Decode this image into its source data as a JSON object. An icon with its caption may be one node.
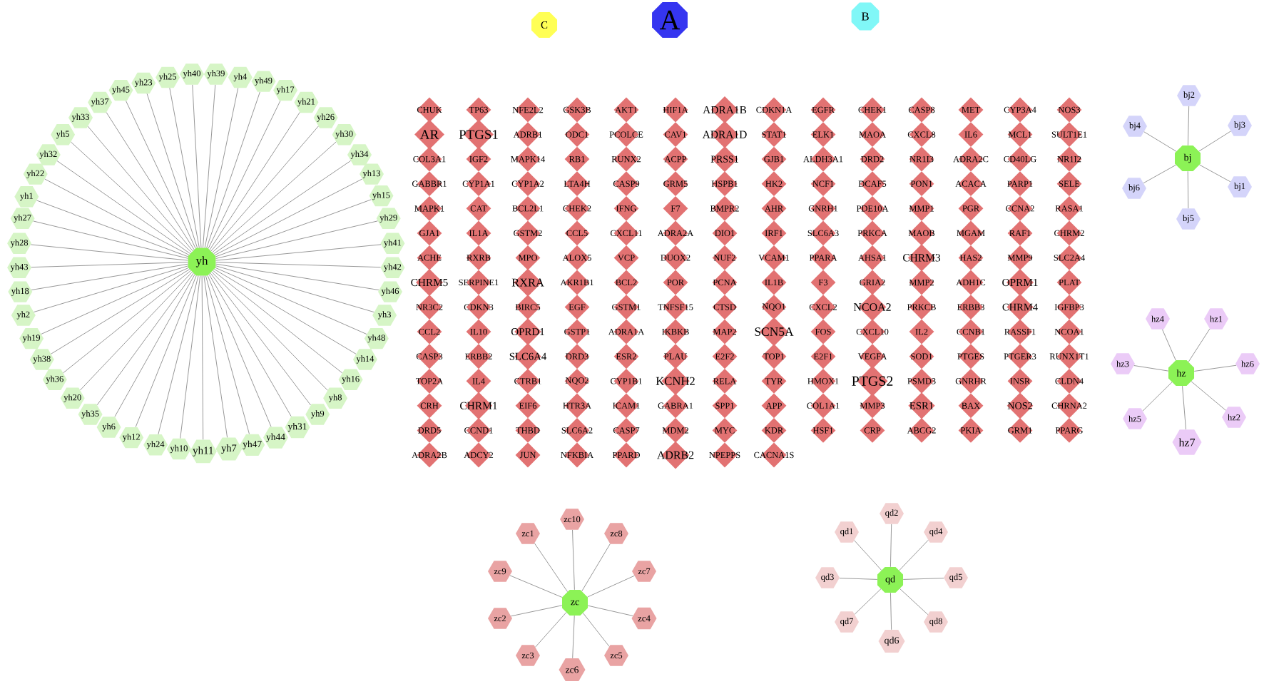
{
  "diagram": {
    "nodes": [
      {
        "text": [
          "C"
        ]
      },
      {
        "text": [
          "A"
        ]
      },
      {
        "text": [
          "B"
        ]
      },
      {
        "text": [
          "yh"
        ]
      },
      {
        "text": [
          "yh23"
        ]
      },
      {
        "text": [
          "yh25"
        ]
      },
      {
        "text": [
          "yh40"
        ]
      },
      {
        "text": [
          "yh39"
        ]
      },
      {
        "text": [
          "yh4"
        ]
      },
      {
        "text": [
          "yh49"
        ]
      },
      {
        "text": [
          "yh17"
        ]
      },
      {
        "text": [
          "yh21"
        ]
      },
      {
        "text": [
          "yh26"
        ]
      },
      {
        "text": [
          "yh30"
        ]
      },
      {
        "text": [
          "yh34"
        ]
      },
      {
        "text": [
          "yh13"
        ]
      },
      {
        "text": [
          "yh15"
        ]
      },
      {
        "text": [
          "yh29"
        ]
      },
      {
        "text": [
          "yh41"
        ]
      },
      {
        "text": [
          "yh42"
        ]
      },
      {
        "text": [
          "yh46"
        ]
      },
      {
        "text": [
          "yh3"
        ]
      },
      {
        "text": [
          "yh48"
        ]
      },
      {
        "text": [
          "yh14"
        ]
      },
      {
        "text": [
          "yh16"
        ]
      },
      {
        "text": [
          "yh8"
        ]
      },
      {
        "text": [
          "yh9"
        ]
      },
      {
        "text": [
          "yh31"
        ]
      },
      {
        "text": [
          "yh44"
        ]
      },
      {
        "text": [
          "yh47"
        ]
      },
      {
        "text": [
          "yh7"
        ]
      },
      {
        "text": [
          "yh11"
        ]
      },
      {
        "text": [
          "yh10"
        ]
      },
      {
        "text": [
          "yh24"
        ]
      },
      {
        "text": [
          "yh12"
        ]
      },
      {
        "text": [
          "yh6"
        ]
      },
      {
        "text": [
          "yh35"
        ]
      },
      {
        "text": [
          "yh20"
        ]
      },
      {
        "text": [
          "yh36"
        ]
      },
      {
        "text": [
          "yh38"
        ]
      },
      {
        "text": [
          "yh19"
        ]
      },
      {
        "text": [
          "yh2"
        ]
      },
      {
        "text": [
          "yh18"
        ]
      },
      {
        "text": [
          "yh43"
        ]
      },
      {
        "text": [
          "yh28"
        ]
      },
      {
        "text": [
          "yh27"
        ]
      },
      {
        "text": [
          "yh1"
        ]
      },
      {
        "text": [
          "yh22"
        ]
      },
      {
        "text": [
          "yh32"
        ]
      },
      {
        "text": [
          "yh5"
        ]
      },
      {
        "text": [
          "yh33"
        ]
      },
      {
        "text": [
          "yh37"
        ]
      },
      {
        "text": [
          "yh45"
        ]
      },
      {
        "text": [
          "CHUK"
        ]
      },
      {
        "text": [
          "TP63"
        ]
      },
      {
        "text": [
          "NFE2L2"
        ]
      },
      {
        "text": [
          "GSK3B"
        ]
      },
      {
        "text": [
          "AKT1"
        ]
      },
      {
        "text": [
          "HIF1A"
        ]
      },
      {
        "text": [
          "ADRA1B"
        ]
      },
      {
        "text": [
          "CDKN1A"
        ]
      },
      {
        "text": [
          "EGFR"
        ]
      },
      {
        "text": [
          "CHEK1"
        ]
      },
      {
        "text": [
          "CASP8"
        ]
      },
      {
        "text": [
          "MET"
        ]
      },
      {
        "text": [
          "CYP3A4"
        ]
      },
      {
        "text": [
          "NOS3"
        ]
      },
      {
        "text": [
          "AR"
        ]
      },
      {
        "text": [
          "PTGS1"
        ]
      },
      {
        "text": [
          "ADRB1"
        ]
      },
      {
        "text": [
          "ODC1"
        ]
      },
      {
        "text": [
          "PCOLCE"
        ]
      },
      {
        "text": [
          "CAV1"
        ]
      },
      {
        "text": [
          "ADRA1D"
        ]
      },
      {
        "text": [
          "STAT1"
        ]
      },
      {
        "text": [
          "ELK1"
        ]
      },
      {
        "text": [
          "MAOA"
        ]
      },
      {
        "text": [
          "CXCL8"
        ]
      },
      {
        "text": [
          "IL6"
        ]
      },
      {
        "text": [
          "MCL1"
        ]
      },
      {
        "text": [
          "SULT1E1"
        ]
      },
      {
        "text": [
          "COL3A1"
        ]
      },
      {
        "text": [
          "IGF2"
        ]
      },
      {
        "text": [
          "MAPK14"
        ]
      },
      {
        "text": [
          "RB1"
        ]
      },
      {
        "text": [
          "RUNX2"
        ]
      },
      {
        "text": [
          "ACPP"
        ]
      },
      {
        "text": [
          "PRSS1"
        ]
      },
      {
        "text": [
          "GJB1"
        ]
      },
      {
        "text": [
          "ALDH3A1"
        ]
      },
      {
        "text": [
          "DRD2"
        ]
      },
      {
        "text": [
          "NR1I3"
        ]
      },
      {
        "text": [
          "ADRA2C"
        ]
      },
      {
        "text": [
          "CD40LG"
        ]
      },
      {
        "text": [
          "NR1I2"
        ]
      },
      {
        "text": [
          "GABBR1"
        ]
      },
      {
        "text": [
          "CYP1A1"
        ]
      },
      {
        "text": [
          "CYP1A2"
        ]
      },
      {
        "text": [
          "LTA4H"
        ]
      },
      {
        "text": [
          "CASP9"
        ]
      },
      {
        "text": [
          "GRM5"
        ]
      },
      {
        "text": [
          "HSPB1"
        ]
      },
      {
        "text": [
          "HK2"
        ]
      },
      {
        "text": [
          "NCF1"
        ]
      },
      {
        "text": [
          "DCAF5"
        ]
      },
      {
        "text": [
          "PON1"
        ]
      },
      {
        "text": [
          "ACACA"
        ]
      },
      {
        "text": [
          "PARP1"
        ]
      },
      {
        "text": [
          "SELE"
        ]
      },
      {
        "text": [
          "MAPK1"
        ]
      },
      {
        "text": [
          "CAT"
        ]
      },
      {
        "text": [
          "BCL2L1"
        ]
      },
      {
        "text": [
          "CHEK2"
        ]
      },
      {
        "text": [
          "IFNG"
        ]
      },
      {
        "text": [
          "F7"
        ]
      },
      {
        "text": [
          "BMPR2"
        ]
      },
      {
        "text": [
          "AHR"
        ]
      },
      {
        "text": [
          "GNRH1"
        ]
      },
      {
        "text": [
          "PDE10A"
        ]
      },
      {
        "text": [
          "MMP1"
        ]
      },
      {
        "text": [
          "PGR"
        ]
      },
      {
        "text": [
          "CCNA2"
        ]
      },
      {
        "text": [
          "RASA1"
        ]
      },
      {
        "text": [
          "GJA1"
        ]
      },
      {
        "text": [
          "IL1A"
        ]
      },
      {
        "text": [
          "GSTM2"
        ]
      },
      {
        "text": [
          "CCL5"
        ]
      },
      {
        "text": [
          "CXCL11"
        ]
      },
      {
        "text": [
          "ADRA2A"
        ]
      },
      {
        "text": [
          "DIO1"
        ]
      },
      {
        "text": [
          "IRF1"
        ]
      },
      {
        "text": [
          "SLC6A3"
        ]
      },
      {
        "text": [
          "PRKCA"
        ]
      },
      {
        "text": [
          "MAOB"
        ]
      },
      {
        "text": [
          "MGAM"
        ]
      },
      {
        "text": [
          "RAF1"
        ]
      },
      {
        "text": [
          "CHRM2"
        ]
      },
      {
        "text": [
          "ACHE"
        ]
      },
      {
        "text": [
          "RXRB"
        ]
      },
      {
        "text": [
          "MPO"
        ]
      },
      {
        "text": [
          "ALOX5"
        ]
      },
      {
        "text": [
          "VCP"
        ]
      },
      {
        "text": [
          "DUOX2"
        ]
      },
      {
        "text": [
          "NUF2"
        ]
      },
      {
        "text": [
          "VCAM1"
        ]
      },
      {
        "text": [
          "PPARA"
        ]
      },
      {
        "text": [
          "AHSA1"
        ]
      },
      {
        "text": [
          "CHRM3"
        ]
      },
      {
        "text": [
          "HAS2"
        ]
      },
      {
        "text": [
          "MMP9"
        ]
      },
      {
        "text": [
          "SLC2A4"
        ]
      },
      {
        "text": [
          "CHRM5"
        ]
      },
      {
        "text": [
          "SERPINE1"
        ]
      },
      {
        "text": [
          "RXRA"
        ]
      },
      {
        "text": [
          "AKR1B1"
        ]
      },
      {
        "text": [
          "BCL2"
        ]
      },
      {
        "text": [
          "POR"
        ]
      },
      {
        "text": [
          "PCNA"
        ]
      },
      {
        "text": [
          "IL1B"
        ]
      },
      {
        "text": [
          "F3"
        ]
      },
      {
        "text": [
          "GRIA2"
        ]
      },
      {
        "text": [
          "MMP2"
        ]
      },
      {
        "text": [
          "ADH1C"
        ]
      },
      {
        "text": [
          "OPRM1"
        ]
      },
      {
        "text": [
          "PLAT"
        ]
      },
      {
        "text": [
          "NR3C2"
        ]
      },
      {
        "text": [
          "CDKN3"
        ]
      },
      {
        "text": [
          "BIRC5"
        ]
      },
      {
        "text": [
          "EGF"
        ]
      },
      {
        "text": [
          "GSTM1"
        ]
      },
      {
        "text": [
          "TNFSF15"
        ]
      },
      {
        "text": [
          "CTSD"
        ]
      },
      {
        "text": [
          "NQO1"
        ]
      },
      {
        "text": [
          "CXCL2"
        ]
      },
      {
        "text": [
          "NCOA2"
        ]
      },
      {
        "text": [
          "PRKCB"
        ]
      },
      {
        "text": [
          "ERBB3"
        ]
      },
      {
        "text": [
          "CHRM4"
        ]
      },
      {
        "text": [
          "IGFBP3"
        ]
      },
      {
        "text": [
          "CCL2"
        ]
      },
      {
        "text": [
          "IL10"
        ]
      },
      {
        "text": [
          "OPRD1"
        ]
      },
      {
        "text": [
          "GSTP1"
        ]
      },
      {
        "text": [
          "ADRA1A"
        ]
      },
      {
        "text": [
          "IKBKB"
        ]
      },
      {
        "text": [
          "MAP2"
        ]
      },
      {
        "text": [
          "SCN5A"
        ]
      },
      {
        "text": [
          "FOS"
        ]
      },
      {
        "text": [
          "CXCL10"
        ]
      },
      {
        "text": [
          "IL2"
        ]
      },
      {
        "text": [
          "CCNB1"
        ]
      },
      {
        "text": [
          "RASSF1"
        ]
      },
      {
        "text": [
          "NCOA1"
        ]
      },
      {
        "text": [
          "CASP3"
        ]
      },
      {
        "text": [
          "ERBB2"
        ]
      },
      {
        "text": [
          "SLC6A4"
        ]
      },
      {
        "text": [
          "DRD3"
        ]
      },
      {
        "text": [
          "ESR2"
        ]
      },
      {
        "text": [
          "PLAU"
        ]
      },
      {
        "text": [
          "E2F2"
        ]
      },
      {
        "text": [
          "TOP1"
        ]
      },
      {
        "text": [
          "E2F1"
        ]
      },
      {
        "text": [
          "VEGFA"
        ]
      },
      {
        "text": [
          "SOD1"
        ]
      },
      {
        "text": [
          "PTGES"
        ]
      },
      {
        "text": [
          "PTGER3"
        ]
      },
      {
        "text": [
          "RUNX1T1"
        ]
      },
      {
        "text": [
          "TOP2A"
        ]
      },
      {
        "text": [
          "IL4"
        ]
      },
      {
        "text": [
          "CTRB1"
        ]
      },
      {
        "text": [
          "NQO2"
        ]
      },
      {
        "text": [
          "CYP1B1"
        ]
      },
      {
        "text": [
          "KCNH2"
        ]
      },
      {
        "text": [
          "RELA"
        ]
      },
      {
        "text": [
          "TYR"
        ]
      },
      {
        "text": [
          "HMOX1"
        ]
      },
      {
        "text": [
          "PTGS2"
        ]
      },
      {
        "text": [
          "PSMD3"
        ]
      },
      {
        "text": [
          "GNRHR"
        ]
      },
      {
        "text": [
          "INSR"
        ]
      },
      {
        "text": [
          "CLDN4"
        ]
      },
      {
        "text": [
          "CRH"
        ]
      },
      {
        "text": [
          "CHRM1"
        ]
      },
      {
        "text": [
          "EIF6"
        ]
      },
      {
        "text": [
          "HTR3A"
        ]
      },
      {
        "text": [
          "ICAM1"
        ]
      },
      {
        "text": [
          "GABRA1"
        ]
      },
      {
        "text": [
          "SPP1"
        ]
      },
      {
        "text": [
          "APP"
        ]
      },
      {
        "text": [
          "COL1A1"
        ]
      },
      {
        "text": [
          "MMP3"
        ]
      },
      {
        "text": [
          "ESR1"
        ]
      },
      {
        "text": [
          "BAX"
        ]
      },
      {
        "text": [
          "NOS2"
        ]
      },
      {
        "text": [
          "CHRNA2"
        ]
      },
      {
        "text": [
          "DRD5"
        ]
      },
      {
        "text": [
          "CCND1"
        ]
      },
      {
        "text": [
          "THBD"
        ]
      },
      {
        "text": [
          "SLC6A2"
        ]
      },
      {
        "text": [
          "CASP7"
        ]
      },
      {
        "text": [
          "MDM2"
        ]
      },
      {
        "text": [
          "MYC"
        ]
      },
      {
        "text": [
          "KDR"
        ]
      },
      {
        "text": [
          "HSF1"
        ]
      },
      {
        "text": [
          "CRP"
        ]
      },
      {
        "text": [
          "ABCG2"
        ]
      },
      {
        "text": [
          "PKIA"
        ]
      },
      {
        "text": [
          "GRM1"
        ]
      },
      {
        "text": [
          "PPARG"
        ]
      },
      {
        "text": [
          "ADRA2B"
        ]
      },
      {
        "text": [
          "ADCY2"
        ]
      },
      {
        "text": [
          "JUN"
        ]
      },
      {
        "text": [
          "NFKBIA"
        ]
      },
      {
        "text": [
          "PPARD"
        ]
      },
      {
        "text": [
          "ADRB2"
        ]
      },
      {
        "text": [
          "NPEPPS"
        ]
      },
      {
        "text": [
          "CACNA1S"
        ]
      },
      {
        "text": [
          "bj2"
        ]
      },
      {
        "text": [
          "bj4"
        ]
      },
      {
        "text": [
          "bj3"
        ]
      },
      {
        "text": [
          "bj"
        ]
      },
      {
        "text": [
          "bj6"
        ]
      },
      {
        "text": [
          "bj1"
        ]
      },
      {
        "text": [
          "bj5"
        ]
      },
      {
        "text": [
          "hz4"
        ]
      },
      {
        "text": [
          "hz1"
        ]
      },
      {
        "text": [
          "hz3"
        ]
      },
      {
        "text": [
          "hz"
        ]
      },
      {
        "text": [
          "hz6"
        ]
      },
      {
        "text": [
          "hz5"
        ]
      },
      {
        "text": [
          "hz2"
        ]
      },
      {
        "text": [
          "hz7"
        ]
      },
      {
        "text": [
          "zc10"
        ]
      },
      {
        "text": [
          "zc1"
        ]
      },
      {
        "text": [
          "zc8"
        ]
      },
      {
        "text": [
          "zc9"
        ]
      },
      {
        "text": [
          "zc7"
        ]
      },
      {
        "text": [
          "zc"
        ]
      },
      {
        "text": [
          "zc2"
        ]
      },
      {
        "text": [
          "zc4"
        ]
      },
      {
        "text": [
          "zc3"
        ]
      },
      {
        "text": [
          "zc5"
        ]
      },
      {
        "text": [
          "zc6"
        ]
      },
      {
        "text": [
          "qd2"
        ]
      },
      {
        "text": [
          "qd1"
        ]
      },
      {
        "text": [
          "qd4"
        ]
      },
      {
        "text": [
          "qd3"
        ]
      },
      {
        "text": [
          "qd"
        ]
      },
      {
        "text": [
          "qd5"
        ]
      },
      {
        "text": [
          "qd7"
        ]
      },
      {
        "text": [
          "qd8"
        ]
      },
      {
        "text": [
          "qd6"
        ]
      }
    ],
    "edges": [
      {
        "from": 3,
        "to": 4,
        "arrow": "none"
      },
      {
        "from": 3,
        "to": 5,
        "arrow": "none"
      },
      {
        "from": 3,
        "to": 6,
        "arrow": "none"
      },
      {
        "from": 3,
        "to": 7,
        "arrow": "none"
      },
      {
        "from": 3,
        "to": 8,
        "arrow": "none"
      },
      {
        "from": 3,
        "to": 9,
        "arrow": "none"
      },
      {
        "from": 3,
        "to": 10,
        "arrow": "none"
      },
      {
        "from": 3,
        "to": 11,
        "arrow": "none"
      },
      {
        "from": 3,
        "to": 12,
        "arrow": "none"
      },
      {
        "from": 3,
        "to": 13,
        "arrow": "none"
      },
      {
        "from": 3,
        "to": 14,
        "arrow": "none"
      },
      {
        "from": 3,
        "to": 15,
        "arrow": "none"
      },
      {
        "from": 3,
        "to": 16,
        "arrow": "none"
      },
      {
        "from": 3,
        "to": 17,
        "arrow": "none"
      },
      {
        "from": 3,
        "to": 18,
        "arrow": "none"
      },
      {
        "from": 3,
        "to": 19,
        "arrow": "none"
      },
      {
        "from": 3,
        "to": 20,
        "arrow": "none"
      },
      {
        "from": 3,
        "to": 21,
        "arrow": "none"
      },
      {
        "from": 3,
        "to": 22,
        "arrow": "none"
      },
      {
        "from": 3,
        "to": 23,
        "arrow": "none"
      },
      {
        "from": 3,
        "to": 24,
        "arrow": "none"
      },
      {
        "from": 3,
        "to": 25,
        "arrow": "none"
      },
      {
        "from": 3,
        "to": 26,
        "arrow": "none"
      },
      {
        "from": 3,
        "to": 27,
        "arrow": "none"
      },
      {
        "from": 3,
        "to": 28,
        "arrow": "none"
      },
      {
        "from": 3,
        "to": 29,
        "arrow": "none"
      },
      {
        "from": 3,
        "to": 30,
        "arrow": "none"
      },
      {
        "from": 3,
        "to": 31,
        "arrow": "none"
      },
      {
        "from": 3,
        "to": 32,
        "arrow": "none"
      },
      {
        "from": 3,
        "to": 33,
        "arrow": "none"
      },
      {
        "from": 3,
        "to": 34,
        "arrow": "none"
      },
      {
        "from": 3,
        "to": 35,
        "arrow": "none"
      },
      {
        "from": 3,
        "to": 36,
        "arrow": "none"
      },
      {
        "from": 3,
        "to": 37,
        "arrow": "none"
      },
      {
        "from": 3,
        "to": 38,
        "arrow": "none"
      },
      {
        "from": 3,
        "to": 39,
        "arrow": "none"
      },
      {
        "from": 3,
        "to": 40,
        "arrow": "none"
      },
      {
        "from": 3,
        "to": 41,
        "arrow": "none"
      },
      {
        "from": 3,
        "to": 42,
        "arrow": "none"
      },
      {
        "from": 3,
        "to": 43,
        "arrow": "none"
      },
      {
        "from": 3,
        "to": 44,
        "arrow": "none"
      },
      {
        "from": 3,
        "to": 45,
        "arrow": "none"
      },
      {
        "from": 3,
        "to": 46,
        "arrow": "none"
      },
      {
        "from": 3,
        "to": 47,
        "arrow": "none"
      },
      {
        "from": 3,
        "to": 48,
        "arrow": "none"
      },
      {
        "from": 3,
        "to": 49,
        "arrow": "none"
      },
      {
        "from": 3,
        "to": 50,
        "arrow": "none"
      },
      {
        "from": 3,
        "to": 51,
        "arrow": "none"
      },
      {
        "from": 3,
        "to": 52,
        "arrow": "none"
      },
      {
        "from": 260,
        "to": 257,
        "arrow": "none"
      },
      {
        "from": 260,
        "to": 258,
        "arrow": "none"
      },
      {
        "from": 260,
        "to": 259,
        "arrow": "none"
      },
      {
        "from": 260,
        "to": 261,
        "arrow": "none"
      },
      {
        "from": 260,
        "to": 262,
        "arrow": "none"
      },
      {
        "from": 260,
        "to": 263,
        "arrow": "none"
      },
      {
        "from": 267,
        "to": 264,
        "arrow": "none"
      },
      {
        "from": 267,
        "to": 265,
        "arrow": "none"
      },
      {
        "from": 267,
        "to": 266,
        "arrow": "none"
      },
      {
        "from": 267,
        "to": 268,
        "arrow": "none"
      },
      {
        "from": 267,
        "to": 269,
        "arrow": "none"
      },
      {
        "from": 267,
        "to": 270,
        "arrow": "none"
      },
      {
        "from": 267,
        "to": 271,
        "arrow": "none"
      },
      {
        "from": 277,
        "to": 272,
        "arrow": "none"
      },
      {
        "from": 277,
        "to": 273,
        "arrow": "none"
      },
      {
        "from": 277,
        "to": 274,
        "arrow": "none"
      },
      {
        "from": 277,
        "to": 275,
        "arrow": "none"
      },
      {
        "from": 277,
        "to": 276,
        "arrow": "none"
      },
      {
        "from": 277,
        "to": 278,
        "arrow": "none"
      },
      {
        "from": 277,
        "to": 279,
        "arrow": "none"
      },
      {
        "from": 277,
        "to": 280,
        "arrow": "none"
      },
      {
        "from": 277,
        "to": 281,
        "arrow": "none"
      },
      {
        "from": 277,
        "to": 282,
        "arrow": "none"
      },
      {
        "from": 287,
        "to": 283,
        "arrow": "none"
      },
      {
        "from": 287,
        "to": 284,
        "arrow": "none"
      },
      {
        "from": 287,
        "to": 285,
        "arrow": "none"
      },
      {
        "from": 287,
        "to": 286,
        "arrow": "none"
      },
      {
        "from": 287,
        "to": 288,
        "arrow": "none"
      },
      {
        "from": 287,
        "to": 289,
        "arrow": "none"
      },
      {
        "from": 287,
        "to": 290,
        "arrow": "none"
      },
      {
        "from": 287,
        "to": 291,
        "arrow": "none"
      }
    ]
  }
}
